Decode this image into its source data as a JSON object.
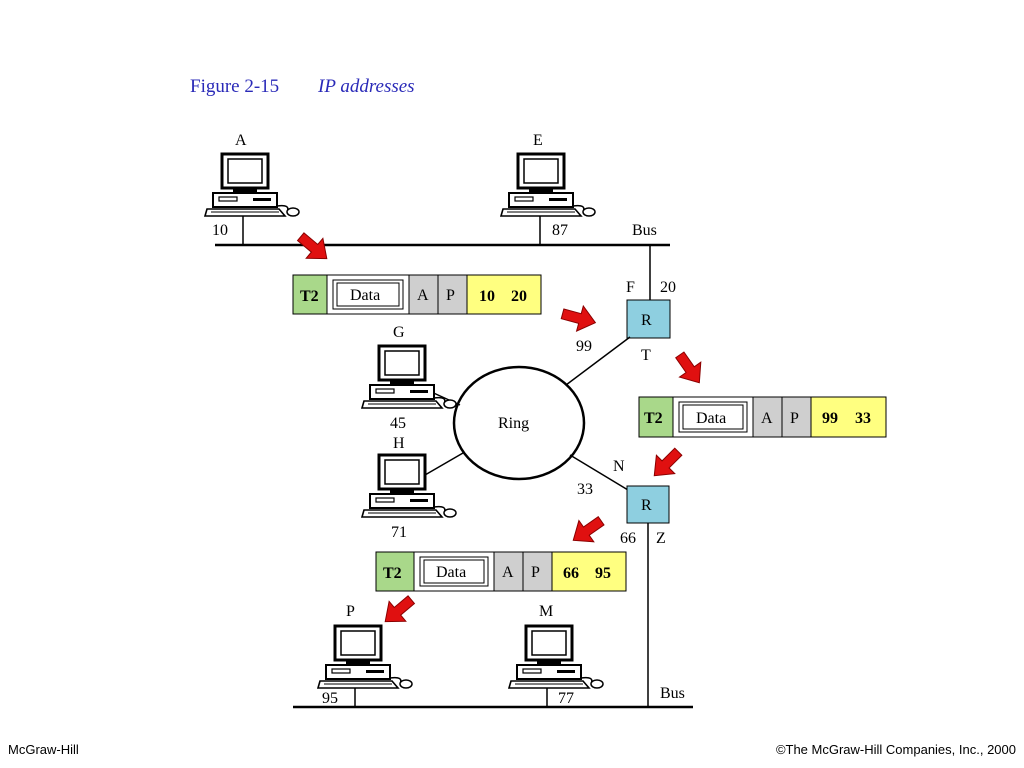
{
  "slide": {
    "figure_number": "Figure  2-15",
    "figure_title": "IP addresses",
    "footer_left": "McGraw-Hill",
    "footer_right": "©The McGraw-Hill Companies, Inc., 2000"
  },
  "colors": {
    "title": "#2a2ab8",
    "router_fill": "#8ecfe0",
    "trailer_fill": "#a9d88a",
    "address_fill": "#ffff80",
    "header_fill": "#cfcfcf",
    "arrow": "#e01010"
  },
  "computers": {
    "A": {
      "name": "A",
      "address": "10"
    },
    "E": {
      "name": "E",
      "address": "87"
    },
    "G": {
      "name": "G",
      "address": "45"
    },
    "H": {
      "name": "H",
      "address": "71"
    },
    "P": {
      "name": "P",
      "address": "95"
    },
    "M": {
      "name": "M",
      "address": "77"
    }
  },
  "networks": {
    "bus_top": "Bus",
    "ring": "Ring",
    "bus_bottom": "Bus"
  },
  "routers": {
    "r1": {
      "label": "R",
      "name_top": "F",
      "addr_top": "20",
      "addr_ring": "99",
      "name_ring": "T"
    },
    "r2": {
      "label": "R",
      "name_ring": "N",
      "addr_ring": "33",
      "addr_bottom": "66",
      "name_bottom": "Z"
    }
  },
  "packets": [
    {
      "trailer": "T2",
      "data": "Data",
      "header_a": "A",
      "header_p": "P",
      "addr_dst": "10",
      "addr_src": "20"
    },
    {
      "trailer": "T2",
      "data": "Data",
      "header_a": "A",
      "header_p": "P",
      "addr_dst": "99",
      "addr_src": "33"
    },
    {
      "trailer": "T2",
      "data": "Data",
      "header_a": "A",
      "header_p": "P",
      "addr_dst": "66",
      "addr_src": "95"
    }
  ]
}
